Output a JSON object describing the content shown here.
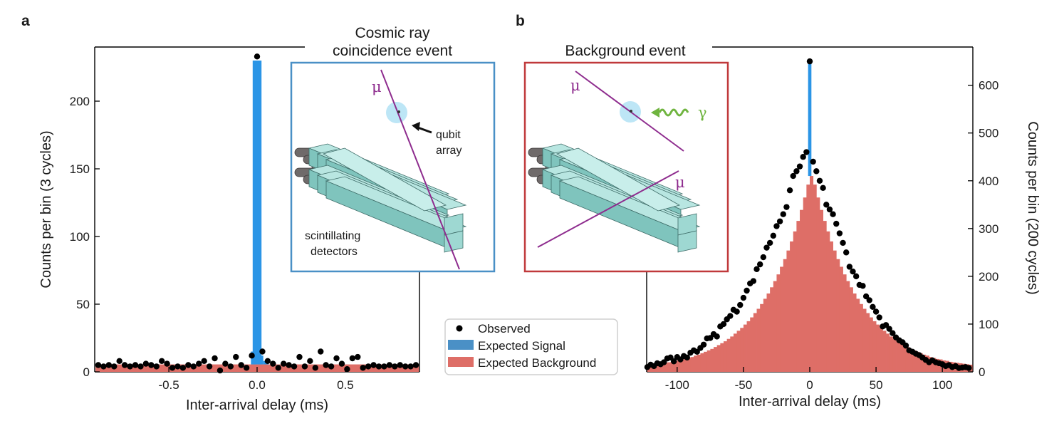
{
  "panel_a": {
    "letter": "a"
  },
  "panel_b": {
    "letter": "b"
  },
  "insets": {
    "cosmic": {
      "title_line1": "Cosmic ray",
      "title_line2": "coincidence event",
      "mu_label": "μ",
      "qubit_label_line1": "qubit",
      "qubit_label_line2": "array",
      "detector_label_line1": "scintillating",
      "detector_label_line2": "detectors",
      "frame_color": "#4a90c6"
    },
    "background": {
      "title": "Background event",
      "mu_label_1": "μ",
      "mu_label_2": "μ",
      "gamma_label": "γ",
      "frame_color": "#c0393b"
    }
  },
  "legend": {
    "observed": "Observed",
    "signal": "Expected Signal",
    "background": "Expected Background"
  },
  "colors": {
    "signal": "#2b95e6",
    "background": "#de6e67",
    "observed": "#000000",
    "muon_track": "#8e2c8e",
    "gamma": "#6fb43f",
    "detector": "#9ed8d2"
  },
  "chart_data": [
    {
      "panel": "a",
      "type": "bar",
      "xlabel": "Inter-arrival delay (ms)",
      "ylabel": "Counts per bin (3 cycles)",
      "xlim": [
        -0.92,
        0.92
      ],
      "ylim": [
        0,
        240
      ],
      "xticks": [
        -0.5,
        0.0,
        0.5
      ],
      "xtick_labels": [
        "-0.5",
        "0.0",
        "0.5"
      ],
      "yticks": [
        0,
        50,
        100,
        150,
        200
      ],
      "ytick_labels": [
        "0",
        "50",
        "100",
        "150",
        "200"
      ],
      "bin_width": 0.03,
      "series": [
        {
          "name": "Expected Background",
          "kind": "bar",
          "x_start": -0.915,
          "values": [
            5.5,
            5.5,
            5.5,
            5.5,
            5.5,
            5.5,
            5.5,
            5.5,
            5.5,
            5.5,
            5.5,
            5.5,
            5.5,
            5.5,
            5.5,
            5.5,
            5.5,
            5.5,
            5.5,
            5.5,
            5.5,
            5.5,
            5.5,
            5.5,
            5.5,
            5.5,
            5.5,
            5.5,
            5.5,
            5.5,
            5.5,
            5.5,
            5.5,
            5.5,
            5.5,
            5.5,
            5.5,
            5.5,
            5.5,
            5.5,
            5.5,
            5.5,
            5.5,
            5.5,
            5.5,
            5.5,
            5.5,
            5.5,
            5.5,
            5.5,
            5.5,
            5.5,
            5.5,
            5.5,
            5.5,
            5.5,
            5.5,
            5.5,
            5.5,
            5.5,
            5.5
          ]
        },
        {
          "name": "Expected Signal",
          "kind": "bar",
          "bars": [
            {
              "x0": -0.035,
              "x1": -0.005,
              "bottom": 5.5,
              "top": 15
            },
            {
              "x0": -0.025,
              "x1": 0.025,
              "bottom": 5.5,
              "top": 230
            },
            {
              "x0": 0.005,
              "x1": 0.035,
              "bottom": 5.5,
              "top": 12
            },
            {
              "x0": 0.035,
              "x1": 0.065,
              "bottom": 5.5,
              "top": 8
            }
          ]
        },
        {
          "name": "Observed",
          "kind": "scatter",
          "x": [
            -0.9,
            -0.87,
            -0.84,
            -0.81,
            -0.78,
            -0.75,
            -0.72,
            -0.69,
            -0.66,
            -0.63,
            -0.6,
            -0.57,
            -0.54,
            -0.51,
            -0.48,
            -0.45,
            -0.42,
            -0.39,
            -0.36,
            -0.33,
            -0.3,
            -0.27,
            -0.24,
            -0.21,
            -0.18,
            -0.15,
            -0.12,
            -0.09,
            -0.06,
            -0.03,
            0.0,
            0.03,
            0.06,
            0.09,
            0.12,
            0.15,
            0.18,
            0.21,
            0.24,
            0.27,
            0.3,
            0.33,
            0.36,
            0.39,
            0.42,
            0.45,
            0.48,
            0.51,
            0.54,
            0.57,
            0.6,
            0.63,
            0.66,
            0.69,
            0.72,
            0.75,
            0.78,
            0.81,
            0.84,
            0.87,
            0.9
          ],
          "y": [
            5,
            4,
            5,
            4,
            8,
            5,
            4,
            5,
            4,
            6,
            5,
            4,
            8,
            6,
            3,
            4,
            3,
            5,
            4,
            6,
            8,
            4,
            10,
            1,
            6,
            4,
            11,
            5,
            3,
            12,
            233,
            15,
            8,
            6,
            3,
            6,
            5,
            4,
            11,
            4,
            8,
            3,
            15,
            5,
            4,
            10,
            6,
            2,
            10,
            11,
            3,
            4,
            5,
            4,
            4,
            5,
            4,
            5,
            4,
            4,
            5
          ]
        }
      ]
    },
    {
      "panel": "b",
      "type": "bar",
      "xlabel": "Inter-arrival delay (ms)",
      "ylabel": "Counts per bin (200 cycles)",
      "xlim": [
        -123,
        123
      ],
      "ylim": [
        0,
        680
      ],
      "xticks": [
        -100,
        -50,
        0,
        50,
        100
      ],
      "xtick_labels": [
        "-100",
        "-50",
        "0",
        "50",
        "100"
      ],
      "yticks": [
        0,
        100,
        200,
        300,
        400,
        500,
        600
      ],
      "ytick_labels": [
        "0",
        "100",
        "200",
        "300",
        "400",
        "500",
        "600"
      ],
      "bin_width": 2.5,
      "series": [
        {
          "name": "Expected Background",
          "kind": "bar",
          "x_start": -122.5,
          "values": [
            14,
            15,
            16,
            17,
            18,
            19,
            20,
            21,
            23,
            24,
            26,
            27,
            29,
            31,
            34,
            36,
            39,
            42,
            45,
            48,
            52,
            56,
            60,
            64,
            69,
            74,
            80,
            86,
            92,
            99,
            106,
            114,
            123,
            132,
            142,
            153,
            164,
            177,
            190,
            204,
            220,
            236,
            254,
            273,
            294,
            316,
            339,
            365,
            392,
            410,
            392,
            365,
            339,
            316,
            294,
            273,
            254,
            236,
            220,
            204,
            190,
            177,
            164,
            153,
            142,
            132,
            123,
            114,
            106,
            99,
            92,
            86,
            80,
            74,
            69,
            64,
            60,
            56,
            52,
            48,
            45,
            42,
            39,
            36,
            34,
            31,
            29,
            27,
            26,
            24,
            23,
            21,
            20,
            19,
            18,
            17,
            16,
            15
          ]
        },
        {
          "name": "Expected Signal",
          "kind": "bar",
          "bars": [
            {
              "x0": -1.25,
              "x1": 1.25,
              "bottom": 410,
              "top": 650
            }
          ]
        },
        {
          "name": "Observed",
          "kind": "scatter",
          "x": [
            -122.5,
            -120,
            -117.5,
            -115,
            -112.5,
            -110,
            -107.5,
            -105,
            -102.5,
            -100,
            -97.5,
            -95,
            -92.5,
            -90,
            -87.5,
            -85,
            -82.5,
            -80,
            -77.5,
            -75,
            -72.5,
            -70,
            -67.5,
            -65,
            -62.5,
            -60,
            -57.5,
            -55,
            -52.5,
            -50,
            -47.5,
            -45,
            -42.5,
            -40,
            -37.5,
            -35,
            -32.5,
            -30,
            -27.5,
            -25,
            -22.5,
            -20,
            -17.5,
            -15,
            -12.5,
            -10,
            -7.5,
            -5,
            -2.5,
            0,
            2.5,
            5,
            7.5,
            10,
            12.5,
            15,
            17.5,
            20,
            22.5,
            25,
            27.5,
            30,
            32.5,
            35,
            37.5,
            40,
            42.5,
            45,
            47.5,
            50,
            52.5,
            55,
            57.5,
            60,
            62.5,
            65,
            67.5,
            70,
            72.5,
            75,
            77.5,
            80,
            82.5,
            85,
            87.5,
            90,
            92.5,
            95,
            97.5,
            100,
            102.5,
            105,
            107.5,
            110,
            112.5,
            115,
            117.5,
            120
          ],
          "y": [
            10,
            15,
            12,
            18,
            16,
            20,
            28,
            30,
            22,
            31,
            26,
            33,
            30,
            40,
            45,
            42,
            50,
            57,
            70,
            71,
            79,
            74,
            95,
            100,
            110,
            117,
            130,
            126,
            140,
            155,
            170,
            185,
            190,
            215,
            225,
            240,
            260,
            270,
            285,
            305,
            315,
            330,
            345,
            380,
            410,
            420,
            430,
            450,
            460,
            650,
            440,
            420,
            400,
            385,
            350,
            340,
            330,
            310,
            290,
            270,
            250,
            220,
            210,
            200,
            182,
            180,
            158,
            150,
            136,
            126,
            114,
            95,
            98,
            90,
            81,
            72,
            66,
            62,
            55,
            45,
            42,
            38,
            35,
            30,
            25,
            20,
            24,
            20,
            18,
            16,
            12,
            14,
            10,
            12,
            8,
            9,
            10,
            8
          ]
        }
      ]
    }
  ]
}
